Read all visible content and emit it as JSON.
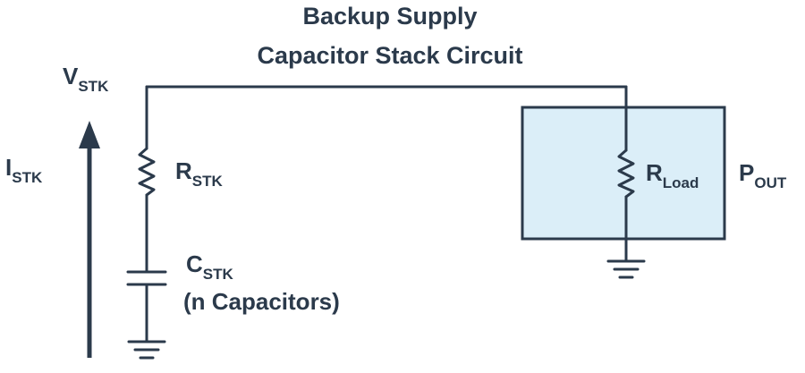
{
  "title": {
    "line1": "Backup Supply",
    "line2": "Capacitor Stack Circuit"
  },
  "labels": {
    "vstk": {
      "main": "V",
      "sub": "STK"
    },
    "istk": {
      "main": "I",
      "sub": "STK"
    },
    "rstk": {
      "main": "R",
      "sub": "STK"
    },
    "cstk": {
      "main": "C",
      "sub": "STK"
    },
    "cstk_note": "(n Capacitors)",
    "rload": {
      "main": "R",
      "sub": "Load"
    },
    "pout": {
      "main": "P",
      "sub": "OUT"
    }
  },
  "colors": {
    "ink": "#2b3a4b",
    "load_box_fill": "#dbeef8"
  }
}
